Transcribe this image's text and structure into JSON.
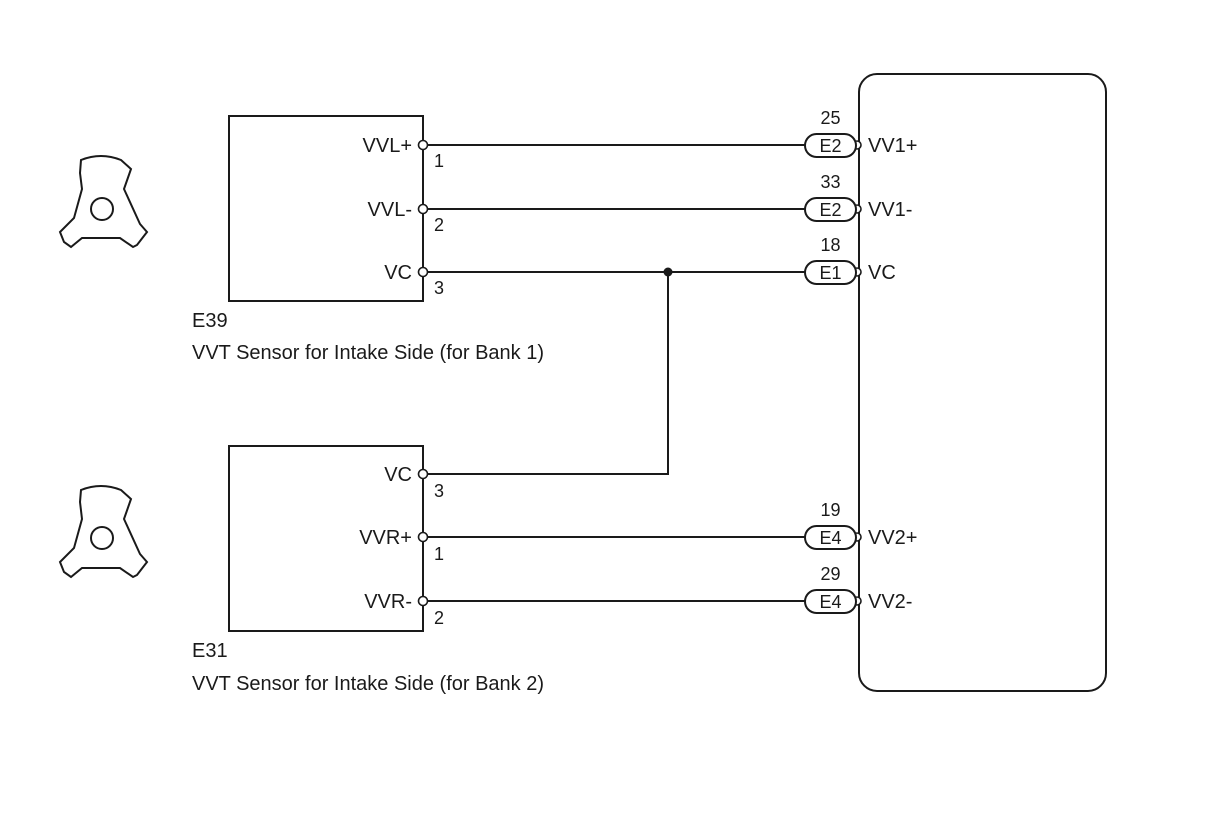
{
  "sensor_bank1": {
    "code": "E39",
    "name": "VVT Sensor for Intake Side (for Bank 1)",
    "terminals": [
      {
        "label": "VVL+",
        "pin": "1"
      },
      {
        "label": "VVL-",
        "pin": "2"
      },
      {
        "label": "VC",
        "pin": "3"
      }
    ]
  },
  "sensor_bank2": {
    "code": "E31",
    "name": "VVT Sensor for Intake Side (for Bank 2)",
    "terminals": [
      {
        "label": "VC",
        "pin": "3"
      },
      {
        "label": "VVR+",
        "pin": "1"
      },
      {
        "label": "VVR-",
        "pin": "2"
      }
    ]
  },
  "ecm": {
    "connections": [
      {
        "pin": "25",
        "connector": "E2",
        "label": "VV1+"
      },
      {
        "pin": "33",
        "connector": "E2",
        "label": "VV1-"
      },
      {
        "pin": "18",
        "connector": "E1",
        "label": "VC"
      },
      {
        "pin": "19",
        "connector": "E4",
        "label": "VV2+"
      },
      {
        "pin": "29",
        "connector": "E4",
        "label": "VV2-"
      }
    ]
  }
}
